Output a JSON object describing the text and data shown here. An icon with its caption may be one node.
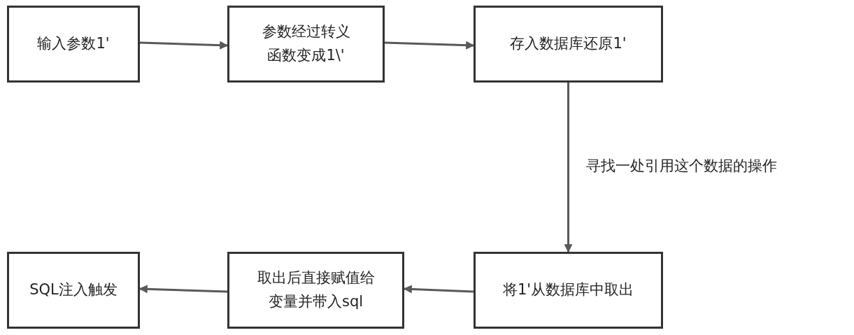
{
  "diagram": {
    "nodes": [
      {
        "text": [
          "输入参数1'"
        ]
      },
      {
        "text": [
          "参数经过转义函数变成1\\'"
        ]
      },
      {
        "text": [
          "存入数据库还原1'"
        ]
      },
      {
        "text": [
          "将1'从数据库中取出"
        ]
      },
      {
        "text": [
          "取出后直接赋值给变量并带入sql"
        ]
      },
      {
        "text": [
          "SQL注入触发"
        ]
      }
    ],
    "edges": [
      {
        "from": 0,
        "to": 1,
        "arrow": "to"
      },
      {
        "from": 1,
        "to": 2,
        "arrow": "to"
      },
      {
        "from": 2,
        "to": 3,
        "arrow": "to",
        "label": "寻找一处引用这个数据的操作"
      },
      {
        "from": 3,
        "to": 4,
        "arrow": "to"
      },
      {
        "from": 4,
        "to": 5,
        "arrow": "to"
      }
    ]
  }
}
